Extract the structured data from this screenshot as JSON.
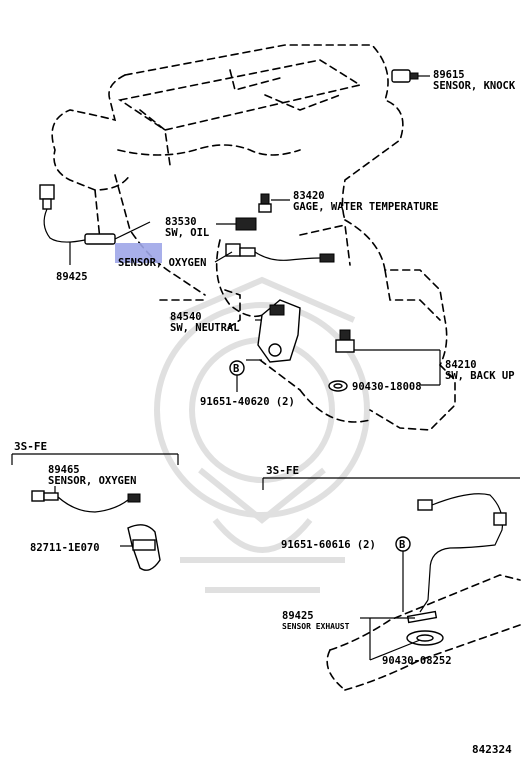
{
  "diagram": {
    "labels": {
      "p89615_num": "89615",
      "p89615_name": "SENSOR, KNOCK",
      "p83420_num": "83420",
      "p83420_name": "GAGE, WATER TEMPERATURE",
      "p83530_num": "83530",
      "p83530_name": "SW, OIL",
      "oxy_name": "SENSOR, OXYGEN",
      "p89425_main": "89425",
      "p84540_num": "84540",
      "p84540_name": "SW, NEUTRAL",
      "p84210_num": "84210",
      "p84210_name": "SW, BACK UP",
      "p90430_18008": "90430-18008",
      "p91651_40620": "91651-40620 (2)",
      "bolt_b1": "B",
      "sec_left": "3S-FE",
      "p89465_num": "89465",
      "p89465_name": "SENSOR, OXYGEN",
      "p82711": "82711-1E070",
      "sec_right": "3S-FE",
      "p91651_60616": "91651-60616 (2)",
      "bolt_b2": "B",
      "p89425_num": "89425",
      "p89425_name": "SENSOR EXHAUST",
      "p90430_08252": "90430-08252",
      "diagram_id": "842324"
    },
    "highlight_color": "#9fa6e8"
  }
}
